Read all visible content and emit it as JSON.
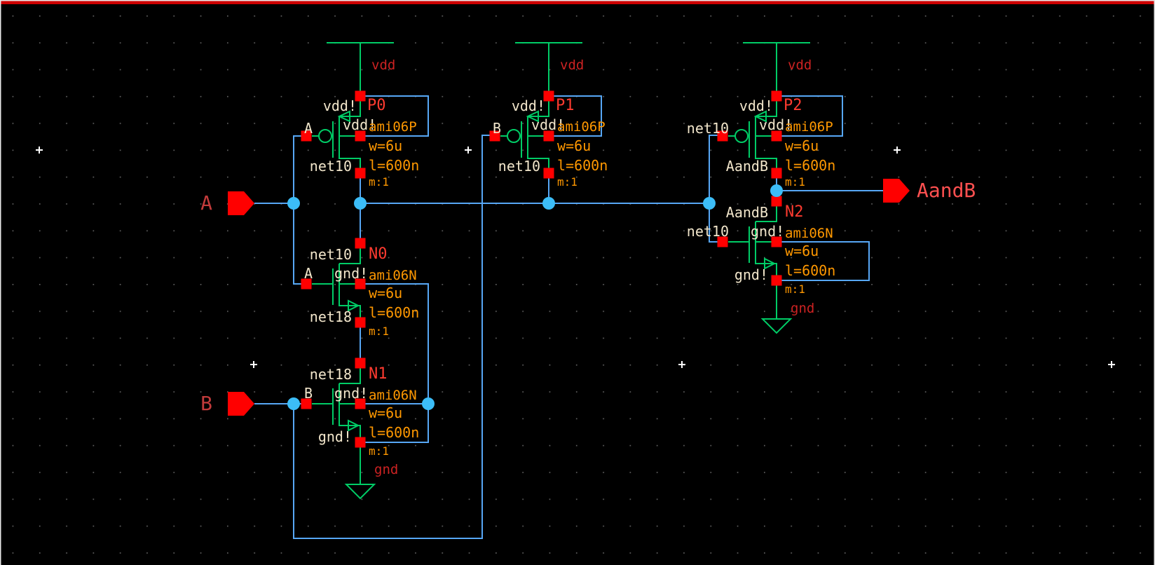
{
  "canvas": {
    "background": "#000000",
    "grid_dot_color": "#5e5e5e",
    "origin_marker_color": "#ffffff",
    "top_border_color": "#cc0000",
    "edge_line_color": "#e8e8e8",
    "wire_color": "#57a7f5",
    "junction_color": "#3cbdf7",
    "symbol_color": "#00cc66",
    "terminal_color": "#ff0000",
    "net_label_color": "#f2e6cb",
    "param_color": "#ff9800",
    "instance_color": "#ff3b30",
    "supply_label_color": "#cc2222",
    "pin_fill_color": "#ff0000",
    "pin_label_in_color": "#c23b3b",
    "pin_label_out_color": "#ff5050"
  },
  "supplies": {
    "vdd_label": "vdd",
    "gnd_label": "gnd"
  },
  "ports": [
    {
      "name": "A",
      "direction": "input"
    },
    {
      "name": "B",
      "direction": "input"
    },
    {
      "name": "AandB",
      "direction": "output"
    }
  ],
  "transistors": [
    {
      "name": "P0",
      "type": "pmos",
      "model": "ami06P",
      "w": "w=6u",
      "l": "l=600n",
      "m": "m:1",
      "nets": {
        "source": "vdd!",
        "gate": "A",
        "bulk": "vdd!",
        "drain": "net10"
      }
    },
    {
      "name": "P1",
      "type": "pmos",
      "model": "ami06P",
      "w": "w=6u",
      "l": "l=600n",
      "m": "m:1",
      "nets": {
        "source": "vdd!",
        "gate": "B",
        "bulk": "vdd!",
        "drain": "net10"
      }
    },
    {
      "name": "P2",
      "type": "pmos",
      "model": "ami06P",
      "w": "w=6u",
      "l": "l=600n",
      "m": "m:1",
      "nets": {
        "source": "vdd!",
        "gate": "net10",
        "bulk": "vdd!",
        "drain": "AandB"
      }
    },
    {
      "name": "N0",
      "type": "nmos",
      "model": "ami06N",
      "w": "w=6u",
      "l": "l=600n",
      "m": "m:1",
      "nets": {
        "drain": "net10",
        "gate": "A",
        "bulk": "gnd!",
        "source": "net18"
      }
    },
    {
      "name": "N1",
      "type": "nmos",
      "model": "ami06N",
      "w": "w=6u",
      "l": "l=600n",
      "m": "m:1",
      "nets": {
        "drain": "net18",
        "gate": "B",
        "bulk": "gnd!",
        "source": "gnd!"
      }
    },
    {
      "name": "N2",
      "type": "nmos",
      "model": "ami06N",
      "w": "w=6u",
      "l": "l=600n",
      "m": "m:1",
      "nets": {
        "drain": "AandB",
        "gate": "net10",
        "bulk": "gnd!",
        "source": "gnd!"
      }
    }
  ]
}
